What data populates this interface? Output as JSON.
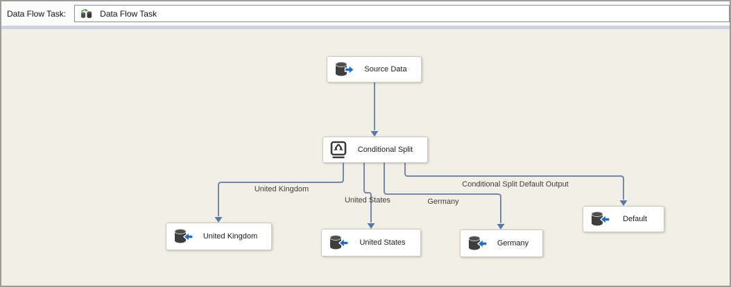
{
  "toolbar": {
    "label": "Data Flow Task:",
    "combo": {
      "value": "Data Flow Task",
      "icon": "data-flow-task-icon"
    }
  },
  "canvas": {
    "nodes": [
      {
        "id": "source-data",
        "label": "Source Data",
        "icon": "database-source-icon"
      },
      {
        "id": "conditional-split",
        "label": "Conditional Split",
        "icon": "conditional-split-icon"
      },
      {
        "id": "united-kingdom",
        "label": "United Kingdom",
        "icon": "database-destination-icon"
      },
      {
        "id": "united-states",
        "label": "United States",
        "icon": "database-destination-icon"
      },
      {
        "id": "germany",
        "label": "Germany",
        "icon": "database-destination-icon"
      },
      {
        "id": "default",
        "label": "Default",
        "icon": "database-destination-icon"
      }
    ],
    "edges": [
      {
        "from": "Source Data",
        "to": "Conditional Split",
        "label": ""
      },
      {
        "from": "Conditional Split",
        "to": "United Kingdom",
        "label": "United Kingdom"
      },
      {
        "from": "Conditional Split",
        "to": "United States",
        "label": "United States"
      },
      {
        "from": "Conditional Split",
        "to": "Germany",
        "label": "Germany"
      },
      {
        "from": "Conditional Split",
        "to": "Default",
        "label": "Conditional Split Default Output"
      }
    ],
    "colors": {
      "connector_line": "#7389a7",
      "connector_arrow": "#5679ac",
      "canvas_background": "#f2efe7",
      "node_background": "#ffffff",
      "node_border": "#ccc9c0",
      "divider_strip": "#cfd3df",
      "icon_database": "#3e3e3e",
      "icon_arrow_blue": "#1d6fc4",
      "icon_arrow_green": "#3e9e3e"
    }
  }
}
